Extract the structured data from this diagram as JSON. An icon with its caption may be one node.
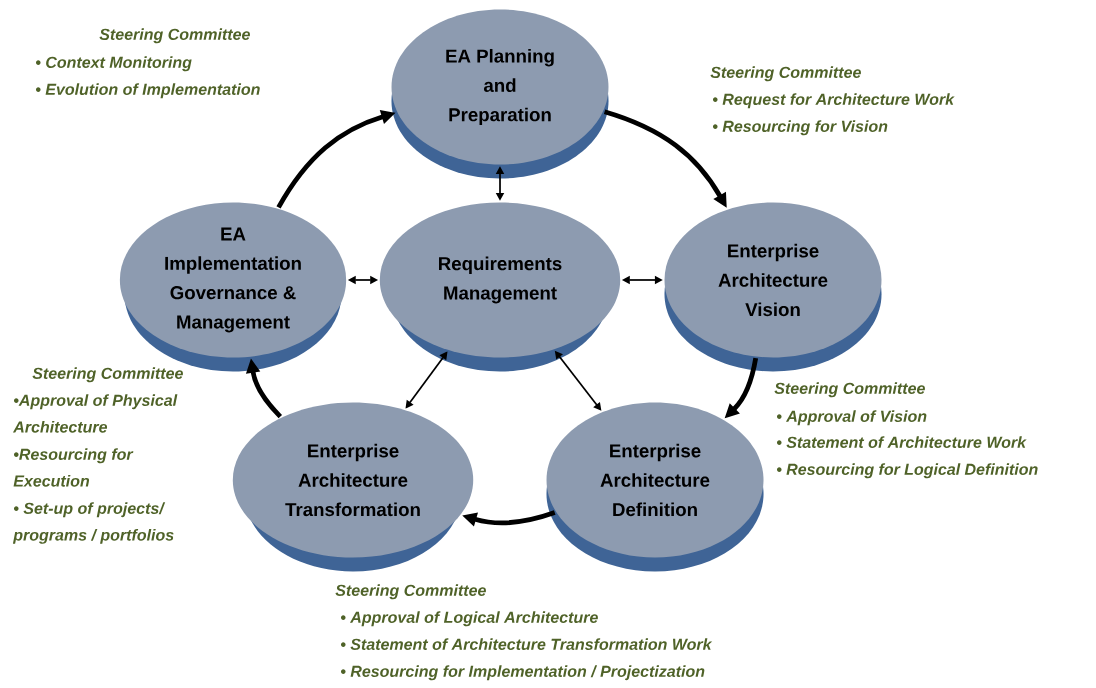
{
  "diagram": {
    "nodes": [
      {
        "text": [
          "EA Planning and Preparation"
        ]
      },
      {
        "text": [
          "Enterprise Architecture Vision"
        ]
      },
      {
        "text": [
          "EA Implementation Governance & Management"
        ]
      },
      {
        "text": [
          "Requirements Management"
        ]
      },
      {
        "text": [
          "Enterprise Architecture Transformation"
        ]
      },
      {
        "text": [
          "Enterprise Architecture Definition"
        ]
      }
    ],
    "edges": [
      {
        "from": 2,
        "to": 0,
        "arrow": "to",
        "style": "thick"
      },
      {
        "from": 0,
        "to": 1,
        "arrow": "to",
        "style": "thick"
      },
      {
        "from": 1,
        "to": 5,
        "arrow": "to",
        "style": "thick"
      },
      {
        "from": 5,
        "to": 4,
        "arrow": "to",
        "style": "thick"
      },
      {
        "from": 4,
        "to": 2,
        "arrow": "to",
        "style": "thick"
      },
      {
        "from": 0,
        "to": 3,
        "arrow": "both"
      },
      {
        "from": 2,
        "to": 3,
        "arrow": "both"
      },
      {
        "from": 3,
        "to": 1,
        "arrow": "both"
      },
      {
        "from": 3,
        "to": 4,
        "arrow": "both"
      },
      {
        "from": 3,
        "to": 5,
        "arrow": "both"
      }
    ],
    "labels": [
      "Steering Committee",
      "• Context Monitoring",
      "• Evolution of Implementation",
      "Steering Committee",
      "• Request for Architecture Work",
      "• Resourcing for Vision",
      "Steering Committee",
      "• Approval of Vision",
      "• Statement of Architecture Work",
      "• Resourcing for Logical Definition",
      "Steering Committee",
      "•Approval of Physical Architecture",
      "•Resourcing for Execution",
      "• Set-up of projects/ programs / portfolios",
      "Steering Committee",
      "• Approval of Logical Architecture",
      "• Statement of Architecture Transformation Work",
      "• Resourcing for Implementation / Projectization"
    ]
  }
}
